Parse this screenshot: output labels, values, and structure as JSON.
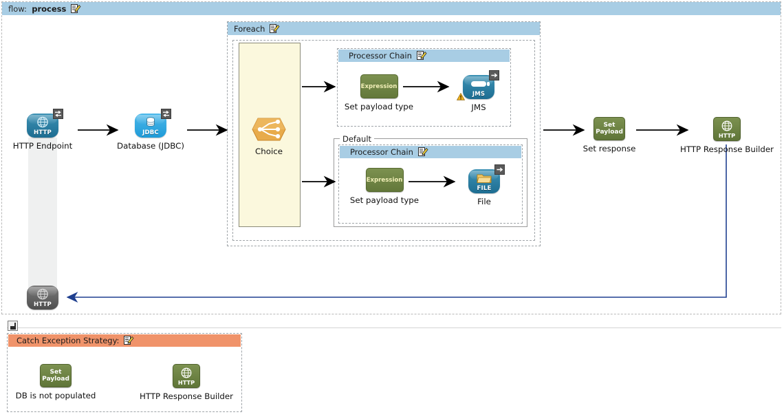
{
  "flow": {
    "label": "flow:",
    "name": "process",
    "edit_icon": "edit-pencil-icon"
  },
  "scopes": {
    "foreach": {
      "title": "Foreach",
      "edit_icon": "edit-pencil-icon"
    },
    "processor_chain_1": {
      "title": "Processor Chain",
      "edit_icon": "edit-pencil-icon"
    },
    "processor_chain_2": {
      "title": "Processor Chain",
      "edit_icon": "edit-pencil-icon"
    },
    "default_group": {
      "title": "Default"
    },
    "catch_exception": {
      "title": "Catch Exception Strategy:",
      "edit_icon": "edit-pencil-icon"
    }
  },
  "nodes": {
    "http_endpoint": {
      "caption": "HTTP Endpoint",
      "icon": "http-endpoint-icon",
      "tag": "HTTP",
      "badge": "request-response-badge"
    },
    "database_jdbc": {
      "caption": "Database (JDBC)",
      "icon": "jdbc-database-icon",
      "tag": "JDBC",
      "badge": "request-response-badge"
    },
    "choice": {
      "caption": "Choice",
      "icon": "choice-router-icon"
    },
    "set_payload_type_1": {
      "caption": "Set payload type",
      "icon": "expression-icon",
      "tag": "Expression"
    },
    "jms": {
      "caption": "JMS",
      "icon": "jms-endpoint-icon",
      "tag": "JMS",
      "badge": "one-way-badge",
      "warning": "warning-triangle-icon"
    },
    "set_payload_type_2": {
      "caption": "Set payload type",
      "icon": "expression-icon",
      "tag": "Expression"
    },
    "file": {
      "caption": "File",
      "icon": "file-endpoint-icon",
      "tag": "FILE",
      "badge": "one-way-badge"
    },
    "set_response": {
      "caption": "Set response",
      "icon": "set-payload-icon",
      "tag_line1": "Set",
      "tag_line2": "Payload"
    },
    "http_response_builder": {
      "caption": "HTTP Response Builder",
      "icon": "http-response-builder-icon",
      "tag": "HTTP"
    },
    "http_response_endpoint": {
      "caption": "",
      "icon": "http-response-endpoint-icon",
      "tag": "HTTP"
    },
    "db_not_populated": {
      "caption": "DB is not populated",
      "icon": "set-payload-icon",
      "tag_line1": "Set",
      "tag_line2": "Payload"
    },
    "catch_http_response_builder": {
      "caption": "HTTP Response Builder",
      "icon": "http-response-builder-icon",
      "tag": "HTTP"
    }
  },
  "colors": {
    "scope_header_blue": "#a8cde4",
    "catch_header_orange": "#f0936a",
    "choice_box_cream": "#fbf8dd",
    "return_line_blue": "#1f3f8f",
    "green_icon": "#6d8442",
    "teal_icon": "#2b7fa3",
    "jdbc_blue": "#36a9e1",
    "choice_orange": "#e2a33c"
  },
  "collapse_control": {
    "name": "collapse-toggle"
  }
}
